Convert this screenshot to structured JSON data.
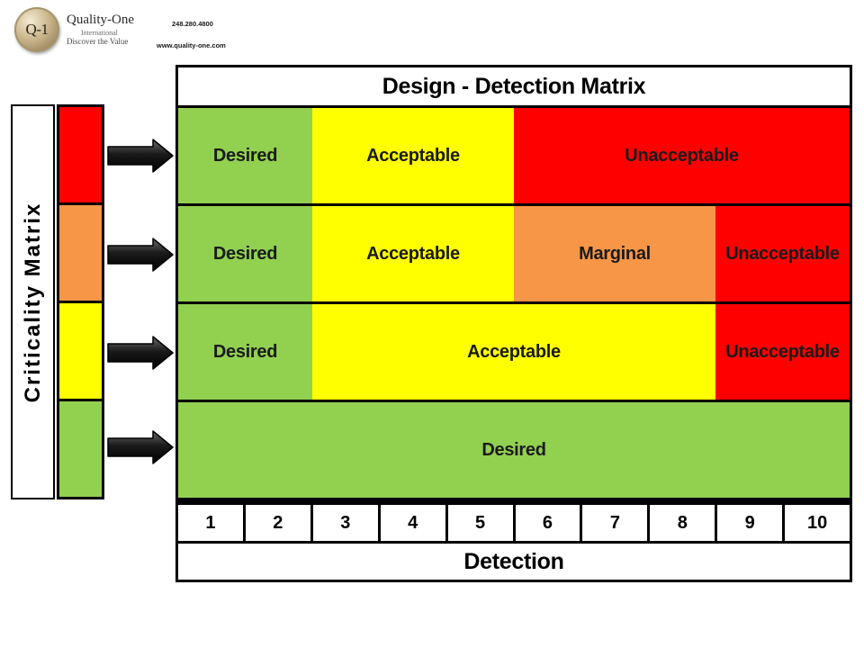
{
  "logo": {
    "seal_text": "Q-1",
    "name": "Quality-One",
    "tagline_1": "International",
    "tagline_2": "Discover the Value",
    "phone": "248.280.4800",
    "url": "www.quality-one.com"
  },
  "criticality": {
    "label": "Criticality Matrix",
    "levels": [
      "red",
      "orange",
      "yellow",
      "green"
    ]
  },
  "colors": {
    "green": "#92d050",
    "yellow": "#ffff00",
    "red": "#ff0000",
    "orange": "#f79646",
    "arrow": "#1a1a1a"
  },
  "matrix": {
    "title": "Design - Detection Matrix",
    "footer": "Detection",
    "scale": [
      "1",
      "2",
      "3",
      "4",
      "5",
      "6",
      "7",
      "8",
      "9",
      "10"
    ],
    "rows": [
      [
        {
          "label": "Desired",
          "color": "green",
          "span": 2
        },
        {
          "label": "Acceptable",
          "color": "yellow",
          "span": 3
        },
        {
          "label": "Unacceptable",
          "color": "red",
          "span": 5
        }
      ],
      [
        {
          "label": "Desired",
          "color": "green",
          "span": 2
        },
        {
          "label": "Acceptable",
          "color": "yellow",
          "span": 3
        },
        {
          "label": "Marginal",
          "color": "orange",
          "span": 3
        },
        {
          "label": "Unacceptable",
          "color": "red",
          "span": 2
        }
      ],
      [
        {
          "label": "Desired",
          "color": "green",
          "span": 2
        },
        {
          "label": "Acceptable",
          "color": "yellow",
          "span": 6
        },
        {
          "label": "Unacceptable",
          "color": "red",
          "span": 2
        }
      ],
      [
        {
          "label": "Desired",
          "color": "green",
          "span": 10
        }
      ]
    ]
  }
}
